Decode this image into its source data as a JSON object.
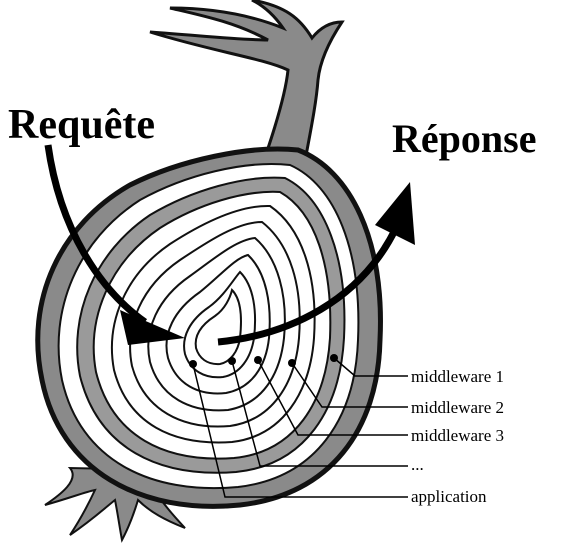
{
  "diagram": {
    "request_label": "Requête",
    "response_label": "Réponse",
    "layers": [
      {
        "label": "middleware 1"
      },
      {
        "label": "middleware 2"
      },
      {
        "label": "middleware 3"
      },
      {
        "label": "..."
      },
      {
        "label": "application"
      }
    ],
    "colors": {
      "outline": "#111111",
      "skin": "#8a8a8a",
      "flesh": "#ffffff",
      "arrow": "#000000"
    }
  }
}
